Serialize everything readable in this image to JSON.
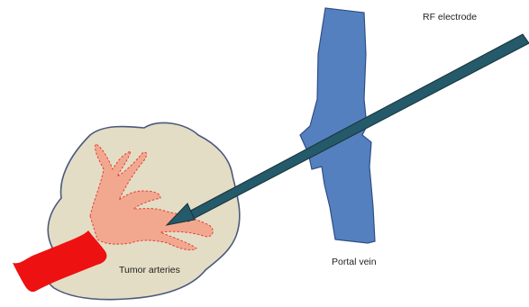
{
  "labels": {
    "rf_electrode": "RF electrode",
    "portal_vein": "Portal vein",
    "tumor_arteries": "Tumor arteries"
  },
  "colors": {
    "tumor_fill": "#e4ddc5",
    "tumor_stroke": "#4a5a7a",
    "vein_fill": "#5580bf",
    "vein_stroke": "#2f4f86",
    "electrode": "#245a69",
    "electrode_stroke": "#17323b",
    "arteries_fill": "#f2a88e",
    "arteries_stroke": "#e23c3c",
    "feeding_vessel": "#ee1111"
  }
}
